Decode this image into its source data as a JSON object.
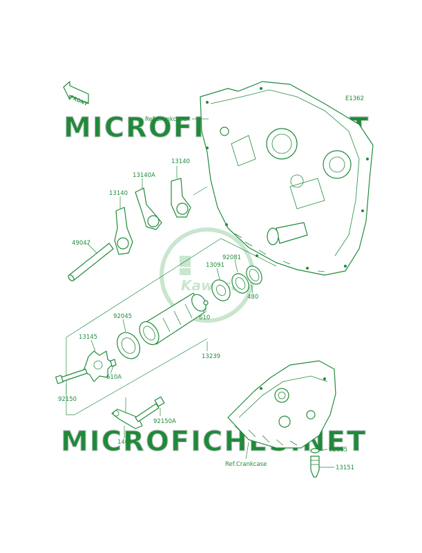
{
  "diagram_code": "E1362",
  "front_arrow_label": "FRONT",
  "watermark_text": "MICROFICHES.NET",
  "logo_text": "Kawasaki",
  "part_labels": {
    "p13140_left": "13140",
    "p13140A": "13140A",
    "p13140_right": "13140",
    "p49047": "49047",
    "p13091": "13091",
    "p92081": "92081",
    "p480": "480",
    "p610": "610",
    "p92045": "92045",
    "p13239": "13239",
    "p13145": "13145",
    "p610A": "610A",
    "p92150": "92150",
    "p92150A": "92150A",
    "p14014": "14014",
    "p92065": "92065",
    "p13151": "13151"
  },
  "ref_labels": {
    "crankcase_top": "Ref.Crankcase",
    "crankcase_bottom": "Ref.Crankcase"
  },
  "colors": {
    "line_art": "#1f8a3a",
    "watermark": "#c9c9c9",
    "background": "#ffffff"
  }
}
